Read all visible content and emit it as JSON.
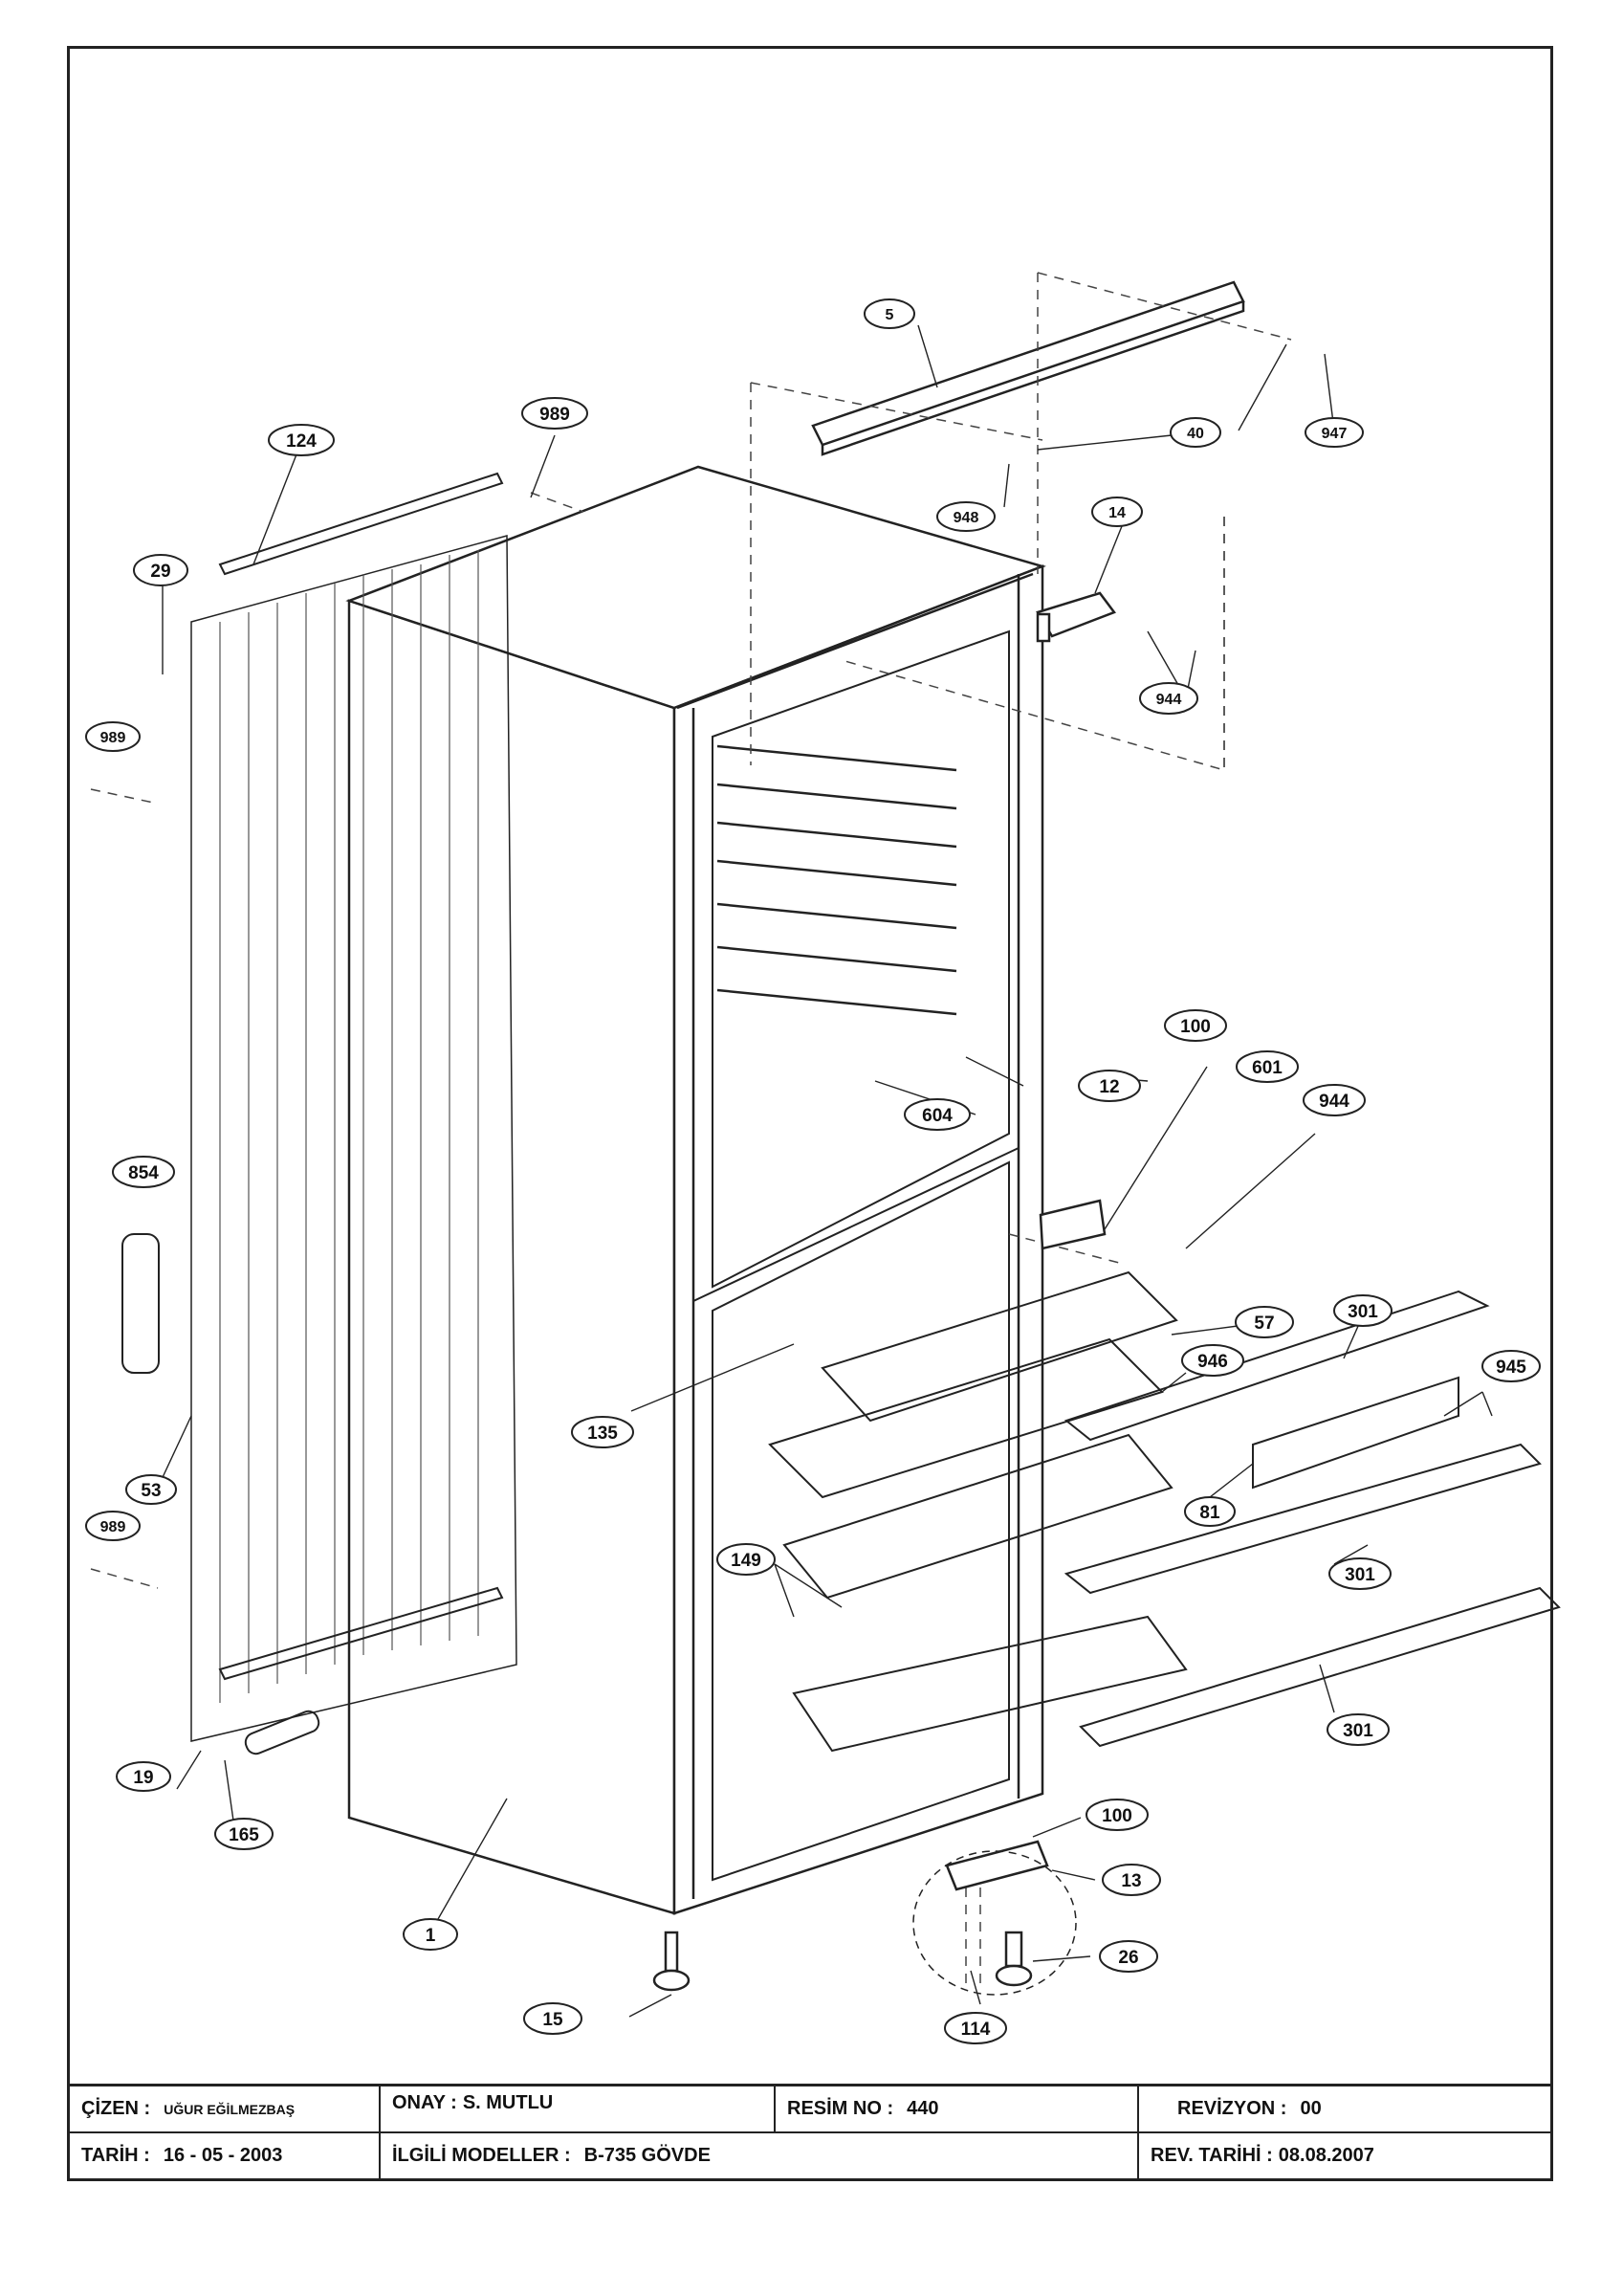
{
  "parts": [
    {
      "id": "p5",
      "label": "5"
    },
    {
      "id": "p40",
      "label": "40"
    },
    {
      "id": "p947",
      "label": "947"
    },
    {
      "id": "p948",
      "label": "948"
    },
    {
      "id": "p14",
      "label": "14"
    },
    {
      "id": "p944a",
      "label": "944"
    },
    {
      "id": "p989a",
      "label": "989"
    },
    {
      "id": "p124",
      "label": "124"
    },
    {
      "id": "p29",
      "label": "29"
    },
    {
      "id": "p989b",
      "label": "989"
    },
    {
      "id": "p854",
      "label": "854"
    },
    {
      "id": "p53",
      "label": "53"
    },
    {
      "id": "p989c",
      "label": "989"
    },
    {
      "id": "p19",
      "label": "19"
    },
    {
      "id": "p165",
      "label": "165"
    },
    {
      "id": "p1",
      "label": "1"
    },
    {
      "id": "p15",
      "label": "15"
    },
    {
      "id": "p100a",
      "label": "100"
    },
    {
      "id": "p601",
      "label": "601"
    },
    {
      "id": "p944b",
      "label": "944"
    },
    {
      "id": "p12",
      "label": "12"
    },
    {
      "id": "p604",
      "label": "604"
    },
    {
      "id": "p57",
      "label": "57"
    },
    {
      "id": "p301a",
      "label": "301"
    },
    {
      "id": "p946",
      "label": "946"
    },
    {
      "id": "p945",
      "label": "945"
    },
    {
      "id": "p135",
      "label": "135"
    },
    {
      "id": "p81",
      "label": "81"
    },
    {
      "id": "p301b",
      "label": "301"
    },
    {
      "id": "p149",
      "label": "149"
    },
    {
      "id": "p301c",
      "label": "301"
    },
    {
      "id": "p100b",
      "label": "100"
    },
    {
      "id": "p13",
      "label": "13"
    },
    {
      "id": "p26",
      "label": "26"
    },
    {
      "id": "p114",
      "label": "114"
    }
  ],
  "title_block": {
    "cizen_label": "ÇİZEN :",
    "cizen_value": "UĞUR EĞİLMEZBAŞ",
    "onay_label": "ONAY :",
    "onay_value": "S. MUTLU",
    "resim_label": "RESİM NO :",
    "resim_value": "440",
    "revizyon_label": "REVİZYON :",
    "revizyon_value": "00",
    "tarih_label": "TARİH :",
    "tarih_value": "16 - 05 - 2003",
    "modeller_label": "İLGİLİ MODELLER :",
    "modeller_value": "B-735 GÖVDE",
    "rev_tarihi_label": "REV. TARİHİ :",
    "rev_tarihi_value": "08.08.2007"
  }
}
